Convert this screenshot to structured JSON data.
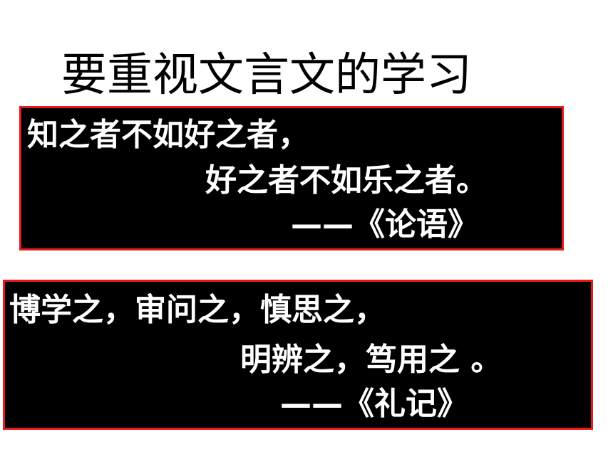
{
  "title": "要重视文言文的学习",
  "quotes": [
    {
      "line1": "知之者不如好之者，",
      "line2": "好之者不如乐之者。",
      "source": "——《论语》"
    },
    {
      "line1": "博学之，审问之，慎思之，",
      "line2": "明辨之，笃用之 。",
      "source": "——《礼记》"
    }
  ],
  "colors": {
    "box_background": "#000000",
    "box_border": "#e8181c",
    "quote_text": "#ffffff",
    "title_text": "#000000"
  }
}
